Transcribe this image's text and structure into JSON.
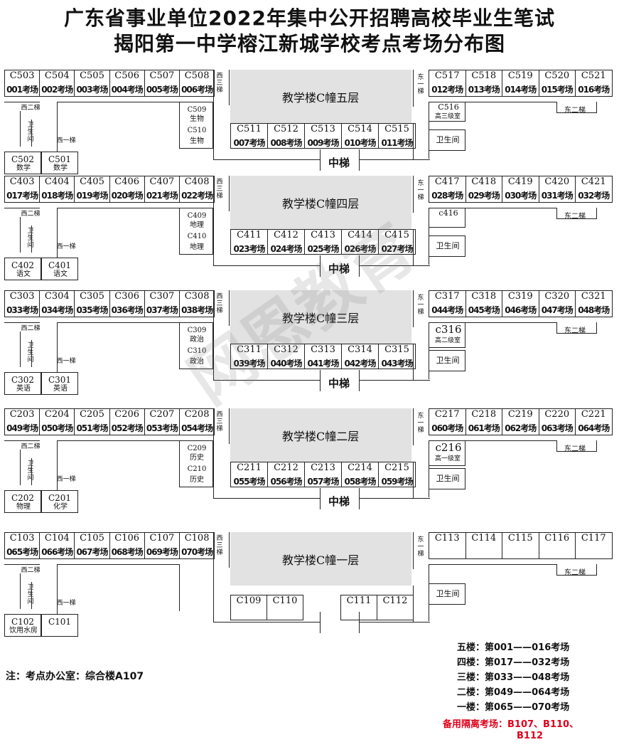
{
  "title_line1": "广东省事业单位2022年集中公开招聘高校毕业生笔试",
  "title_line2": "揭阳第一中学榕江新城学校考点考场分布图",
  "labels": {
    "west_stair_3": "西三梯",
    "east_stair_1": "东一梯",
    "west_stair_2": "西二梯",
    "west_stair_1": "西一梯",
    "east_stair_2": "东二梯",
    "toilet": "卫生间",
    "middle_lift": "中梯"
  },
  "floors": [
    {
      "hall": "教学楼C幢五层",
      "top_left": [
        {
          "code": "C503",
          "exam": "001考场"
        },
        {
          "code": "C504",
          "exam": "002考场"
        },
        {
          "code": "C505",
          "exam": "003考场"
        },
        {
          "code": "C506",
          "exam": "004考场"
        },
        {
          "code": "C507",
          "exam": "005考场"
        },
        {
          "code": "C508",
          "exam": "006考场"
        }
      ],
      "top_right": [
        {
          "code": "C517",
          "exam": "012考场"
        },
        {
          "code": "C518",
          "exam": "013考场"
        },
        {
          "code": "C519",
          "exam": "014考场"
        },
        {
          "code": "C520",
          "exam": "015考场"
        },
        {
          "code": "C521",
          "exam": "016考场"
        }
      ],
      "middle": [
        {
          "code": "C511",
          "exam": "007考场"
        },
        {
          "code": "C512",
          "exam": "008考场"
        },
        {
          "code": "C513",
          "exam": "009考场"
        },
        {
          "code": "C514",
          "exam": "010考场"
        },
        {
          "code": "C515",
          "exam": "011考场"
        }
      ],
      "side_a": {
        "code": "C509",
        "sub": "生物"
      },
      "side_b": {
        "code": "C510",
        "sub": "生物"
      },
      "bottom_left": [
        {
          "code": "C502",
          "sub": "数学"
        },
        {
          "code": "C501",
          "sub": "数学"
        }
      ],
      "right_room": {
        "code": "C516",
        "sub": "高三级室"
      },
      "right_room_large": false
    },
    {
      "hall": "教学楼C幢四层",
      "top_left": [
        {
          "code": "C403",
          "exam": "017考场"
        },
        {
          "code": "C404",
          "exam": "018考场"
        },
        {
          "code": "C405",
          "exam": "019考场"
        },
        {
          "code": "C406",
          "exam": "020考场"
        },
        {
          "code": "C407",
          "exam": "021考场"
        },
        {
          "code": "C408",
          "exam": "022考场"
        }
      ],
      "top_right": [
        {
          "code": "C417",
          "exam": "028考场"
        },
        {
          "code": "C418",
          "exam": "029考场"
        },
        {
          "code": "C419",
          "exam": "030考场"
        },
        {
          "code": "C420",
          "exam": "031考场"
        },
        {
          "code": "C421",
          "exam": "032考场"
        }
      ],
      "middle": [
        {
          "code": "C411",
          "exam": "023考场"
        },
        {
          "code": "C412",
          "exam": "024考场"
        },
        {
          "code": "C413",
          "exam": "025考场"
        },
        {
          "code": "C414",
          "exam": "026考场"
        },
        {
          "code": "C415",
          "exam": "027考场"
        }
      ],
      "side_a": {
        "code": "C409",
        "sub": "地理"
      },
      "side_b": {
        "code": "C410",
        "sub": "地理"
      },
      "bottom_left": [
        {
          "code": "C402",
          "sub": "语文"
        },
        {
          "code": "C401",
          "sub": "语文"
        }
      ],
      "right_room": {
        "code": "c416",
        "sub": ""
      },
      "right_room_large": false
    },
    {
      "hall": "教学楼C幢三层",
      "top_left": [
        {
          "code": "C303",
          "exam": "033考场"
        },
        {
          "code": "C304",
          "exam": "034考场"
        },
        {
          "code": "C305",
          "exam": "035考场"
        },
        {
          "code": "C306",
          "exam": "036考场"
        },
        {
          "code": "C307",
          "exam": "037考场"
        },
        {
          "code": "C308",
          "exam": "038考场"
        }
      ],
      "top_right": [
        {
          "code": "C317",
          "exam": "044考场"
        },
        {
          "code": "C318",
          "exam": "045考场"
        },
        {
          "code": "C319",
          "exam": "046考场"
        },
        {
          "code": "C320",
          "exam": "047考场"
        },
        {
          "code": "C321",
          "exam": "048考场"
        }
      ],
      "middle": [
        {
          "code": "C311",
          "exam": "039考场"
        },
        {
          "code": "C312",
          "exam": "040考场"
        },
        {
          "code": "C313",
          "exam": "041考场"
        },
        {
          "code": "C314",
          "exam": "042考场"
        },
        {
          "code": "C315",
          "exam": "043考场"
        }
      ],
      "side_a": {
        "code": "C309",
        "sub": "政治"
      },
      "side_b": {
        "code": "C310",
        "sub": "政治"
      },
      "bottom_left": [
        {
          "code": "C302",
          "sub": "英语"
        },
        {
          "code": "C301",
          "sub": "英语"
        }
      ],
      "right_room": {
        "code": "c316",
        "sub": "高二级室"
      },
      "right_room_large": true
    },
    {
      "hall": "教学楼C幢二层",
      "top_left": [
        {
          "code": "C203",
          "exam": "049考场"
        },
        {
          "code": "C204",
          "exam": "050考场"
        },
        {
          "code": "C205",
          "exam": "051考场"
        },
        {
          "code": "C206",
          "exam": "052考场"
        },
        {
          "code": "C207",
          "exam": "053考场"
        },
        {
          "code": "C208",
          "exam": "054考场"
        }
      ],
      "top_right": [
        {
          "code": "C217",
          "exam": "060考场"
        },
        {
          "code": "C218",
          "exam": "061考场"
        },
        {
          "code": "C219",
          "exam": "062考场"
        },
        {
          "code": "C220",
          "exam": "063考场"
        },
        {
          "code": "C221",
          "exam": "064考场"
        }
      ],
      "middle": [
        {
          "code": "C211",
          "exam": "055考场"
        },
        {
          "code": "C212",
          "exam": "056考场"
        },
        {
          "code": "C213",
          "exam": "057考场"
        },
        {
          "code": "C214",
          "exam": "058考场"
        },
        {
          "code": "C215",
          "exam": "059考场"
        }
      ],
      "side_a": {
        "code": "C209",
        "sub": "历史"
      },
      "side_b": {
        "code": "C210",
        "sub": "历史"
      },
      "bottom_left": [
        {
          "code": "C202",
          "sub": "物理"
        },
        {
          "code": "C201",
          "sub": "化学"
        }
      ],
      "right_room": {
        "code": "c216",
        "sub": "高一级室"
      },
      "right_room_large": true
    },
    {
      "hall": "教学楼C幢一层",
      "top_left": [
        {
          "code": "C103",
          "exam": "065考场"
        },
        {
          "code": "C104",
          "exam": "066考场"
        },
        {
          "code": "C105",
          "exam": "067考场"
        },
        {
          "code": "C106",
          "exam": "068考场"
        },
        {
          "code": "C107",
          "exam": "069考场"
        },
        {
          "code": "C108",
          "exam": "070考场"
        }
      ],
      "top_right": [
        {
          "code": "C113",
          "exam": ""
        },
        {
          "code": "C114",
          "exam": ""
        },
        {
          "code": "C115",
          "exam": ""
        },
        {
          "code": "C116",
          "exam": ""
        },
        {
          "code": "C117",
          "exam": ""
        }
      ],
      "middle": [
        {
          "code": "C109",
          "exam": ""
        },
        {
          "code": "C110",
          "exam": ""
        },
        {
          "code": "C111",
          "exam": ""
        },
        {
          "code": "C112",
          "exam": ""
        }
      ],
      "side_a": null,
      "side_b": null,
      "bottom_left": [
        {
          "code": "C102",
          "sub": "饮用水房"
        },
        {
          "code": "C101",
          "sub": ""
        }
      ],
      "right_room": null,
      "right_room_large": false
    }
  ],
  "note": "注：考点办公室：综合楼A107",
  "legend": [
    "五楼：第001——016考场",
    "四楼：第017——032考场",
    "三楼：第033——048考场",
    "二楼：第049——064考场",
    "一楼：第065——070考场"
  ],
  "backup_line1": "备用隔离考场：B107、B110、",
  "backup_line2": "B112",
  "watermark": "网恩教育",
  "colors": {
    "hall": "#e2e2e2",
    "backup": "#e0001b",
    "line": "#222222"
  }
}
